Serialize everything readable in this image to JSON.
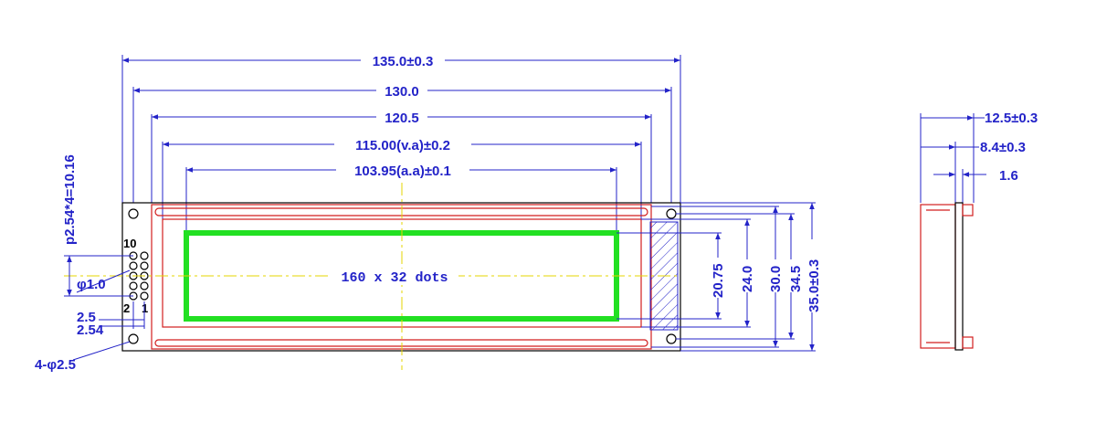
{
  "dims_horizontal": {
    "outline_width": "135.0±0.3",
    "hole_pitch": "130.0",
    "bezel_width": "120.5",
    "view_area": "115.00(v.a)±0.2",
    "active_area": "103.95(a.a)±0.1"
  },
  "dims_vertical": {
    "aa_height": "20.75",
    "va_height": "24.0",
    "bezel_height": "30.0",
    "hole_pitch_v": "34.5",
    "outline_height": "35.0±0.3"
  },
  "pin_header": {
    "pitch_label": "p2.54*4=10.16",
    "hole_diameter": "φ1.0",
    "pin_10": "10",
    "pin_2": "2",
    "pin_1": "1",
    "offset_a": "2.5",
    "offset_b": "2.54",
    "mount_holes": "4-φ2.5"
  },
  "display": {
    "resolution_label": "160 x 32 dots"
  },
  "side_view": {
    "total_thickness": "12.5±0.3",
    "module_thickness": "8.4±0.3",
    "pcb_thickness": "1.6"
  },
  "colors": {
    "dimension": "#2323c8",
    "bezel": "#d21e1e",
    "active_area": "#22e022",
    "centerline": "#e6d400"
  }
}
